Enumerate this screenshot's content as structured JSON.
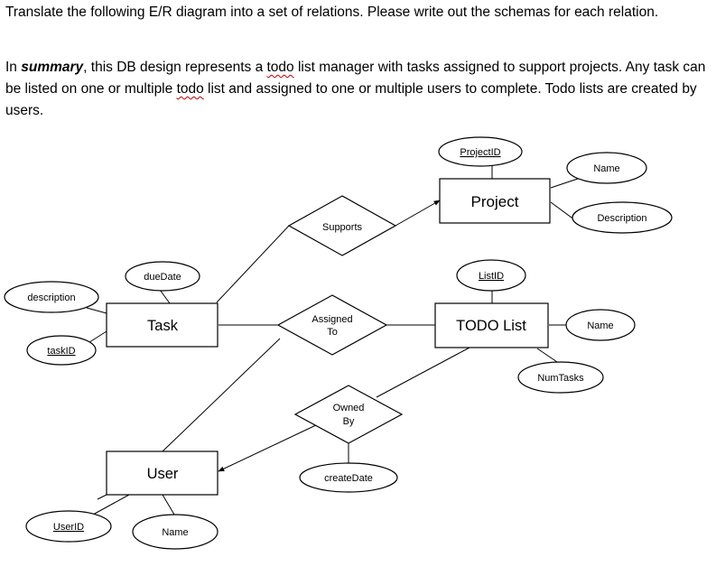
{
  "instructions": {
    "line1": "Translate the following E/R diagram into a set of relations.  Please write out the schemas for each relation.",
    "summary_prefix": "In ",
    "summary_bold": "summary",
    "summary_part1": ", this DB design represents a ",
    "summary_todo1": "todo",
    "summary_part2": " list manager with tasks assigned to support projects.  Any task can be listed on one or multiple ",
    "summary_todo2": "todo",
    "summary_part3": " list and assigned to one or multiple users to complete. Todo lists are created by users."
  },
  "diagram": {
    "entities": {
      "project": "Project",
      "task": "Task",
      "todo_list": "TODO List",
      "user": "User"
    },
    "relationships": {
      "supports": "Supports",
      "assigned_to_1": "Assigned",
      "assigned_to_2": "To",
      "owned_by_1": "Owned",
      "owned_by_2": "By"
    },
    "attributes": {
      "project_id": "ProjectID",
      "project_name": "Name",
      "project_description": "Description",
      "task_due_date": "dueDate",
      "task_description": "description",
      "task_id": "taskID",
      "list_id": "ListID",
      "list_name": "Name",
      "list_num_tasks": "NumTasks",
      "create_date": "createDate",
      "user_id": "UserID",
      "user_name": "Name"
    }
  }
}
